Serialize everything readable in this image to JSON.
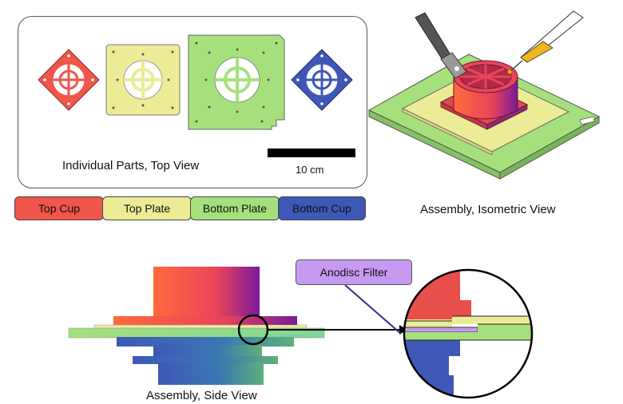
{
  "captions": {
    "parts_top": "Individual Parts, Top View",
    "isometric": "Assembly, Isometric View",
    "side": "Assembly, Side View"
  },
  "scale_bar": {
    "label": "10 cm"
  },
  "legend": [
    {
      "label": "Top Cup",
      "color": "#f0564a"
    },
    {
      "label": "Top Plate",
      "color": "#ecec96"
    },
    {
      "label": "Bottom Plate",
      "color": "#a6e07c"
    },
    {
      "label": "Bottom Cup",
      "color": "#3f58b8"
    }
  ],
  "filter_label": "Anodisc Filter",
  "colors": {
    "top_cup": "#f0564a",
    "top_plate": "#ecec96",
    "bottom_plate": "#a6e07c",
    "bottom_cup": "#3f58b8",
    "filter": "#c69af0"
  }
}
